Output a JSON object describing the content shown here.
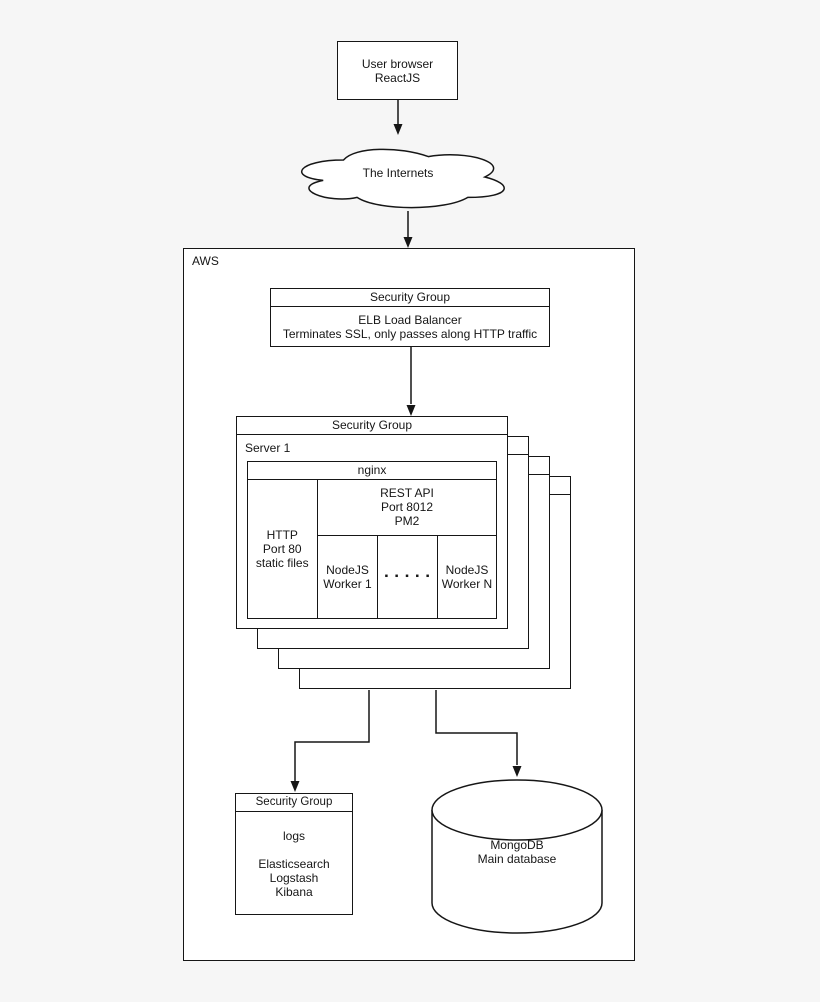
{
  "diagram": {
    "user_browser": {
      "line1": "User browser",
      "line2": "ReactJS"
    },
    "cloud": {
      "label": "The Internets"
    },
    "aws": {
      "label": "AWS"
    },
    "elb": {
      "header": "Security Group",
      "line1": "ELB Load Balancer",
      "line2": "Terminates SSL, only passes along HTTP traffic"
    },
    "server_stack": {
      "header": "Security Group",
      "server_label": "Server 1",
      "nginx_label": "nginx",
      "http_cell": {
        "line1": "HTTP",
        "line2": "Port 80",
        "line3": "static files"
      },
      "rest_cell": {
        "line1": "REST API",
        "line2": "Port 8012",
        "line3": "PM2"
      },
      "worker_first": {
        "line1": "NodeJS",
        "line2": "Worker 1"
      },
      "dots": "▪ ▪ ▪ ▪ ▪",
      "worker_last": {
        "line1": "NodeJS",
        "line2": "Worker N"
      }
    },
    "logs_box": {
      "header": "Security Group",
      "title": "logs",
      "items": [
        "Elasticsearch",
        "Logstash",
        "Kibana"
      ]
    },
    "mongo": {
      "line1": "MongoDB",
      "line2": "Main database"
    },
    "colors": {
      "stroke": "#161616",
      "fill": "#ffffff",
      "page_bg": "#f6f6f6"
    }
  }
}
